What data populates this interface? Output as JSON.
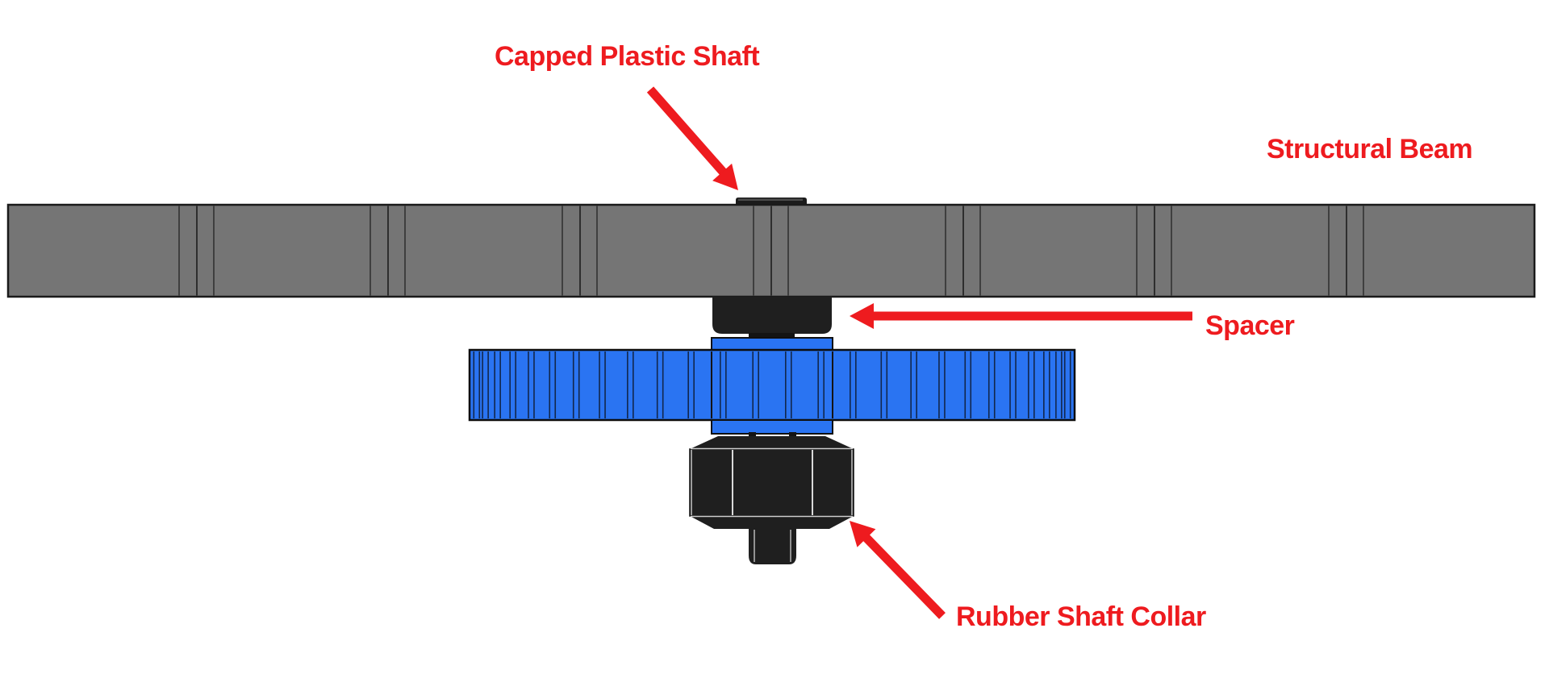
{
  "diagram": {
    "labels": {
      "capped_plastic_shaft": "Capped Plastic Shaft",
      "structural_beam": "Structural Beam",
      "spacer": "Spacer",
      "rubber_shaft_collar": "Rubber Shaft Collar"
    },
    "colors": {
      "accent_red": "#ee1b1f",
      "gear_blue": "#2a74f2",
      "beam_gray": "#757575",
      "part_black": "#1f1f1f",
      "background": "#ffffff"
    }
  }
}
